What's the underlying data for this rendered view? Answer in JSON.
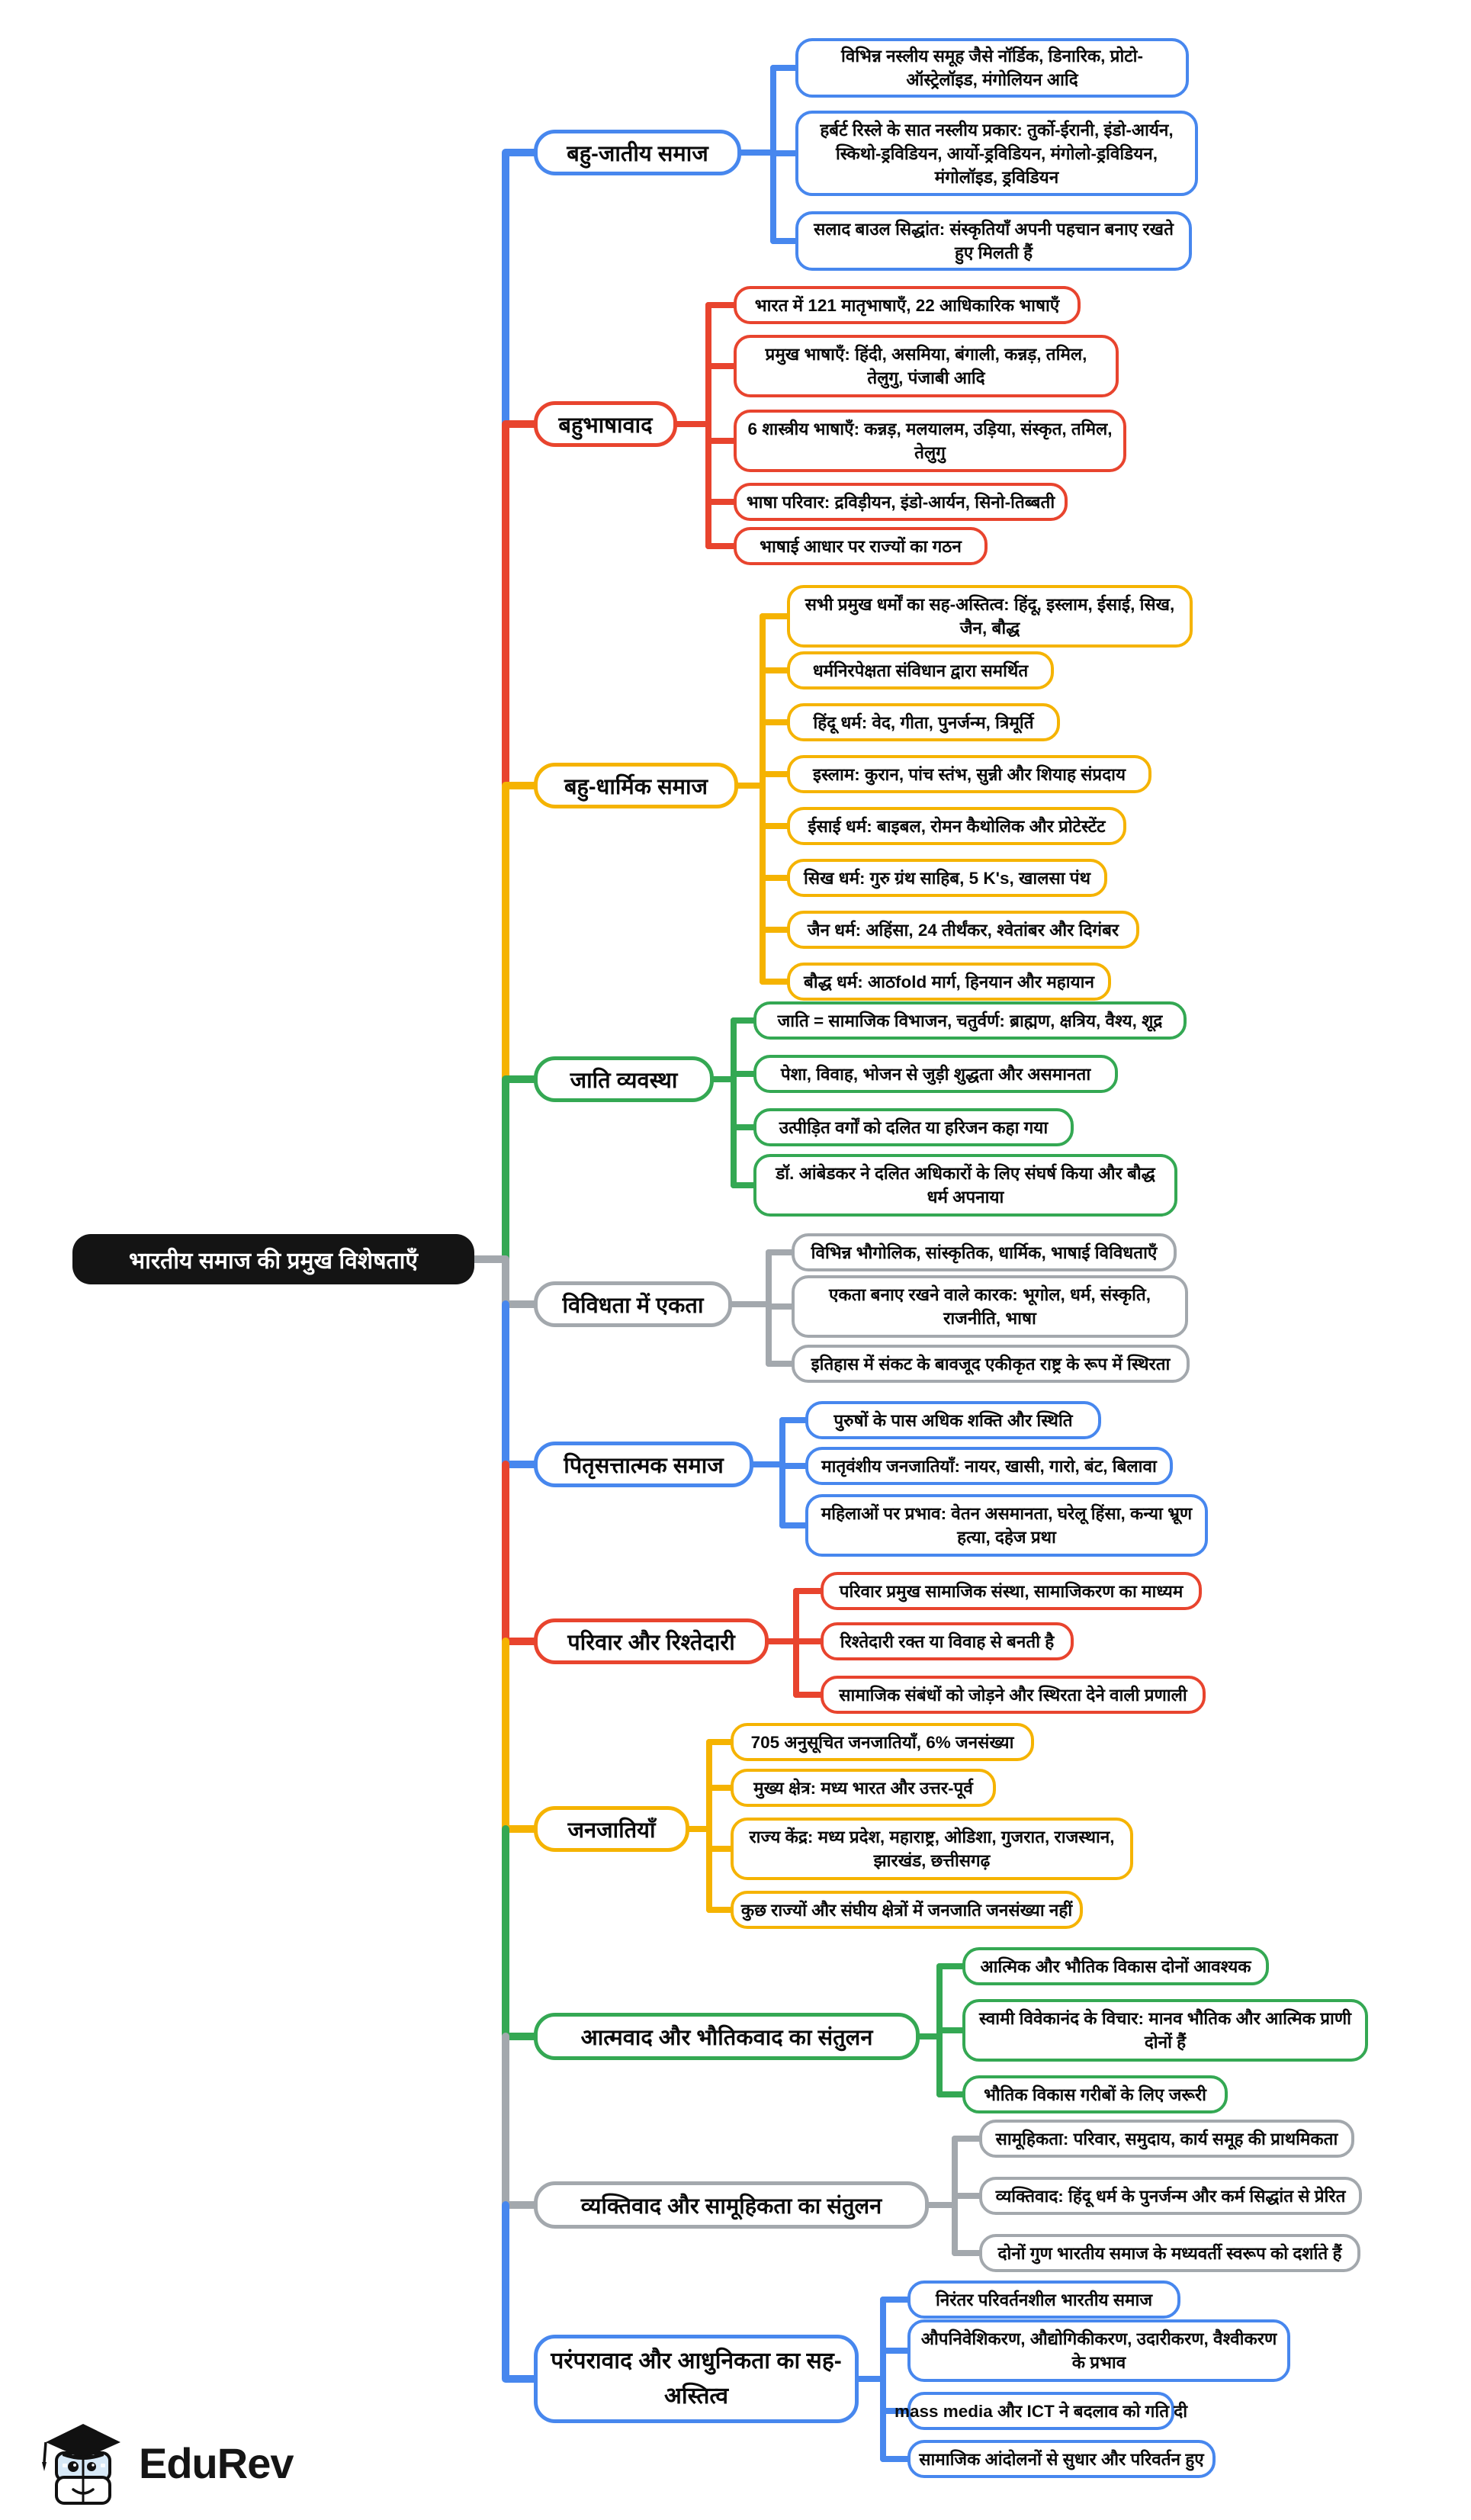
{
  "palette": {
    "blue": "#4787EE",
    "red": "#E8442E",
    "yellow": "#F5B301",
    "green": "#34A853",
    "gray": "#A3A8AD",
    "root_bg": "#141414",
    "root_text": "#ffffff"
  },
  "root": {
    "label": "भारतीय समाज की प्रमुख विशेषताएँ"
  },
  "branches": [
    {
      "label": "बहु-जातीय समाज",
      "color": "blue",
      "children": [
        "विभिन्न नस्लीय समूह जैसे नॉर्डिक, डिनारिक, प्रोटो-ऑस्ट्रेलॉइड, मंगोलियन आदि",
        "हर्बर्ट रिस्ले के सात नस्लीय प्रकार: तुर्को-ईरानी, इंडो-आर्यन, स्किथो-ड्रविडियन, आर्यो-ड्रविडियन, मंगोलो-ड्रविडियन, मंगोलॉइड, ड्रविडियन",
        "सलाद बाउल सिद्धांत: संस्कृतियाँ अपनी पहचान बनाए रखते हुए मिलती हैं"
      ]
    },
    {
      "label": "बहुभाषावाद",
      "color": "red",
      "children": [
        "भारत में 121 मातृभाषाएँ, 22 आधिकारिक भाषाएँ",
        "प्रमुख भाषाएँ: हिंदी, असमिया, बंगाली, कन्नड़, तमिल, तेलुगु, पंजाबी आदि",
        "6 शास्त्रीय भाषाएँ: कन्नड़, मलयालम, उड़िया, संस्कृत, तमिल, तेलुगु",
        "भाषा परिवार: द्रविड़ीयन, इंडो-आर्यन, सिनो-तिब्बती",
        "भाषाई आधार पर राज्यों का गठन"
      ]
    },
    {
      "label": "बहु-धार्मिक समाज",
      "color": "yellow",
      "children": [
        "सभी प्रमुख धर्मों का सह-अस्तित्व: हिंदू, इस्लाम, ईसाई, सिख, जैन, बौद्ध",
        "धर्मनिरपेक्षता संविधान द्वारा समर्थित",
        "हिंदू धर्म: वेद, गीता, पुनर्जन्म, त्रिमूर्ति",
        "इस्लाम: कुरान, पांच स्तंभ, सुन्नी और शियाह संप्रदाय",
        "ईसाई धर्म: बाइबल, रोमन कैथोलिक और प्रोटेस्टेंट",
        "सिख धर्म: गुरु ग्रंथ साहिब, 5 K's, खालसा पंथ",
        "जैन धर्म: अहिंसा, 24 तीर्थंकर, श्वेतांबर और दिगंबर",
        "बौद्ध धर्म: आठfold मार्ग, हिनयान और महायान"
      ]
    },
    {
      "label": "जाति व्यवस्था",
      "color": "green",
      "children": [
        "जाति = सामाजिक विभाजन, चतुर्वर्ण: ब्राह्मण, क्षत्रिय, वैश्य, शूद्र",
        "पेशा, विवाह, भोजन से जुड़ी शुद्धता और असमानता",
        "उत्पीड़ित वर्गों को दलित या हरिजन कहा गया",
        "डॉ. आंबेडकर ने दलित अधिकारों के लिए संघर्ष किया और बौद्ध धर्म अपनाया"
      ]
    },
    {
      "label": "विविधता में एकता",
      "color": "gray",
      "children": [
        "विभिन्न भौगोलिक, सांस्कृतिक, धार्मिक, भाषाई विविधताएँ",
        "एकता बनाए रखने वाले कारक: भूगोल, धर्म, संस्कृति, राजनीति, भाषा",
        "इतिहास में संकट के बावजूद एकीकृत राष्ट्र के रूप में स्थिरता"
      ]
    },
    {
      "label": "पितृसत्तात्मक समाज",
      "color": "blue",
      "children": [
        "पुरुषों के पास अधिक शक्ति और स्थिति",
        "मातृवंशीय जनजातियाँ: नायर, खासी, गारो, बंट, बिलावा",
        "महिलाओं पर प्रभाव: वेतन असमानता, घरेलू हिंसा, कन्या भ्रूण हत्या, दहेज प्रथा"
      ]
    },
    {
      "label": "परिवार और रिश्तेदारी",
      "color": "red",
      "children": [
        "परिवार प्रमुख सामाजिक संस्था, सामाजिकरण का माध्यम",
        "रिश्तेदारी रक्त या विवाह से बनती है",
        "सामाजिक संबंधों को जोड़ने और स्थिरता देने वाली प्रणाली"
      ]
    },
    {
      "label": "जनजातियाँ",
      "color": "yellow",
      "children": [
        "705 अनुसूचित जनजातियाँ, 6% जनसंख्या",
        "मुख्य क्षेत्र: मध्य भारत और उत्तर-पूर्व",
        "राज्य केंद्र: मध्य प्रदेश, महाराष्ट्र, ओडिशा, गुजरात, राजस्थान, झारखंड, छत्तीसगढ़",
        "कुछ राज्यों और संघीय क्षेत्रों में जनजाति जनसंख्या नहीं"
      ]
    },
    {
      "label": "आत्मवाद और भौतिकवाद का संतुलन",
      "color": "green",
      "children": [
        "आत्मिक और भौतिक विकास दोनों आवश्यक",
        "स्वामी विवेकानंद के विचार: मानव भौतिक और आत्मिक प्राणी दोनों हैं",
        "भौतिक विकास गरीबों के लिए जरूरी"
      ]
    },
    {
      "label": "व्यक्तिवाद और सामूहिकता का संतुलन",
      "color": "gray",
      "children": [
        "सामूहिकता: परिवार, समुदाय, कार्य समूह की प्राथमिकता",
        "व्यक्तिवाद: हिंदू धर्म के पुनर्जन्म और कर्म सिद्धांत से प्रेरित",
        "दोनों गुण भारतीय समाज के मध्यवर्ती स्वरूप को दर्शाते हैं"
      ]
    },
    {
      "label": "परंपरावाद और आधुनिकता का सह-अस्तित्व",
      "color": "blue",
      "children": [
        "निरंतर परिवर्तनशील भारतीय समाज",
        "औपनिवेशिकरण, औद्योगिकीकरण, उदारीकरण, वैश्वीकरण के प्रभाव",
        "mass media और ICT ने बदलाव को गति दी",
        "सामाजिक आंदोलनों से सुधार और परिवर्तन हुए"
      ]
    }
  ],
  "footer": {
    "brand": "EduRev"
  }
}
